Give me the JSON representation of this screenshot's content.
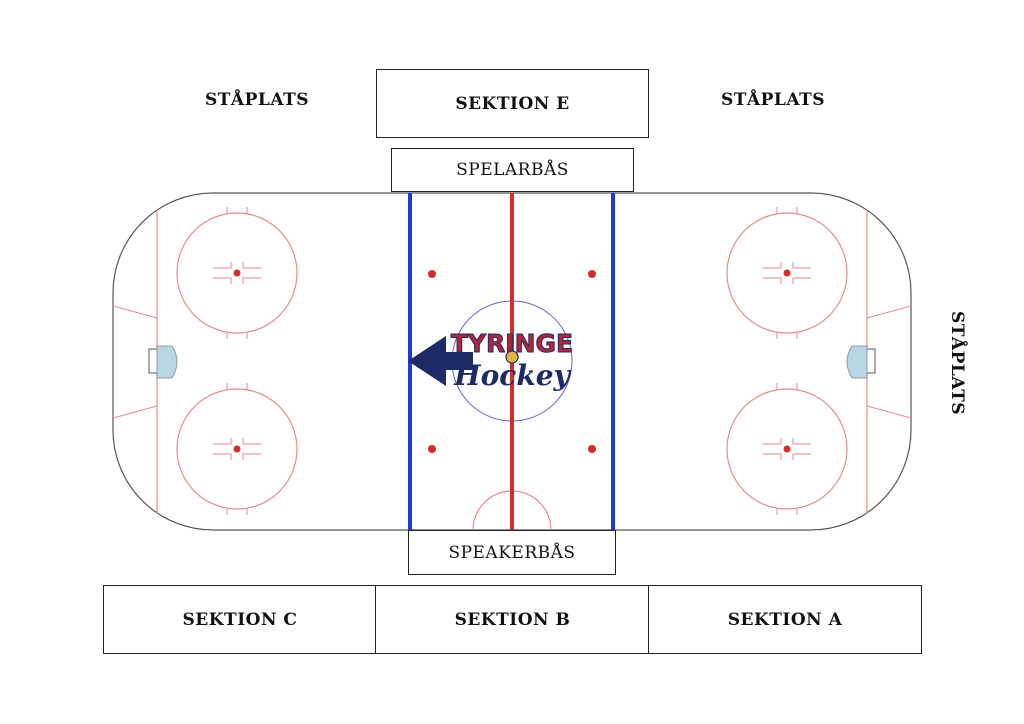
{
  "sections": {
    "e": "SEKTION E",
    "c": "SEKTION C",
    "b": "SEKTION B",
    "a": "SEKTION A"
  },
  "standing": {
    "top_left": "STÅPLATS",
    "top_right": "STÅPLATS",
    "right_side": "STÅPLATS"
  },
  "benches": {
    "players": "SPELARBÅS",
    "speaker": "SPEAKERBÅS"
  },
  "logo": {
    "line1": "TYRINGE",
    "line2": "Hockey"
  },
  "arrow_icon": "arrow-left-icon",
  "colors": {
    "red_line": "#d62b2b",
    "blue_line": "#1f3ad6",
    "circle_red": "#e88a8a",
    "center_circle": "#5a64e0",
    "goal_crease": "#b7d6e6",
    "arrow": "#1e2a66",
    "logo_red": "#b3263a",
    "logo_navy": "#1e2a66"
  }
}
